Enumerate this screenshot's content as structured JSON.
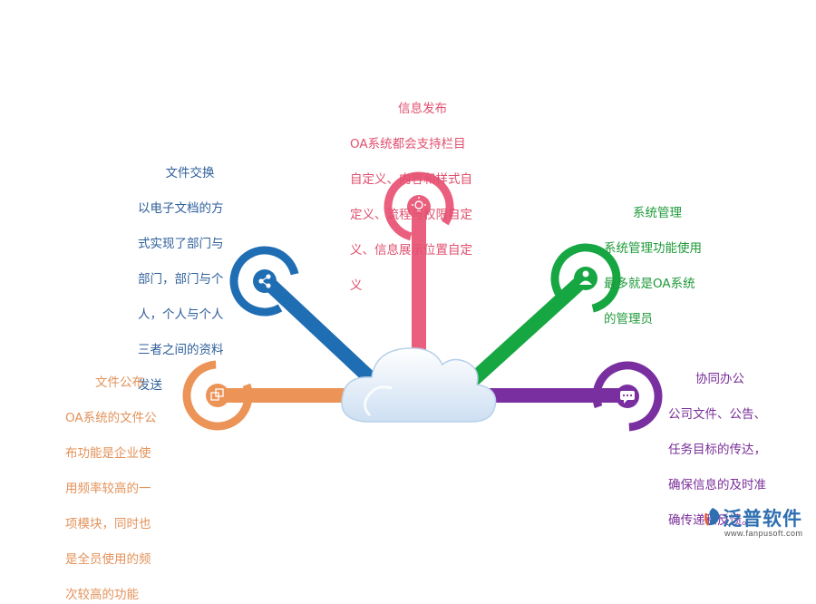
{
  "nodes": {
    "info_release": {
      "title": "信息发布",
      "lines": [
        "OA系统都会支持栏目",
        "自定义、内容和样式自",
        "定义、流程与权限自定",
        "义、信息展示位置自定",
        "义"
      ],
      "color": "#ea5f7e",
      "icon": "lightbulb-icon"
    },
    "file_exchange": {
      "title": "文件交换",
      "lines": [
        "以电子文档的方",
        "式实现了部门与",
        "部门，部门与个",
        "人，个人与个人",
        "三者之间的资料",
        "发送"
      ],
      "color": "#1f6db3",
      "icon": "share-icon"
    },
    "system_management": {
      "title": "系统管理",
      "lines": [
        "系统管理功能使用",
        "最多就是OA系统",
        "的管理员"
      ],
      "color": "#16a642",
      "icon": "admin-user-icon"
    },
    "file_publish": {
      "title": "文件公布",
      "lines": [
        "OA系统的文件公",
        "布功能是企业使",
        "用频率较高的一",
        "项模块，同时也",
        "是全员使用的频",
        "次较高的功能"
      ],
      "color": "#ec9357",
      "icon": "documents-icon"
    },
    "collaborative_office": {
      "title": "协同办公",
      "lines": [
        "公司文件、公告、",
        "任务目标的传达，",
        "确保信息的及时准",
        "确传递和反馈。"
      ],
      "color": "#7a2fa0",
      "icon": "chat-icon"
    },
    "center": {
      "icon": "cloud-icon",
      "color": "#cfe2f5"
    }
  },
  "logo": {
    "brand": "泛普软件",
    "url": "www.fanpusoft.com"
  }
}
